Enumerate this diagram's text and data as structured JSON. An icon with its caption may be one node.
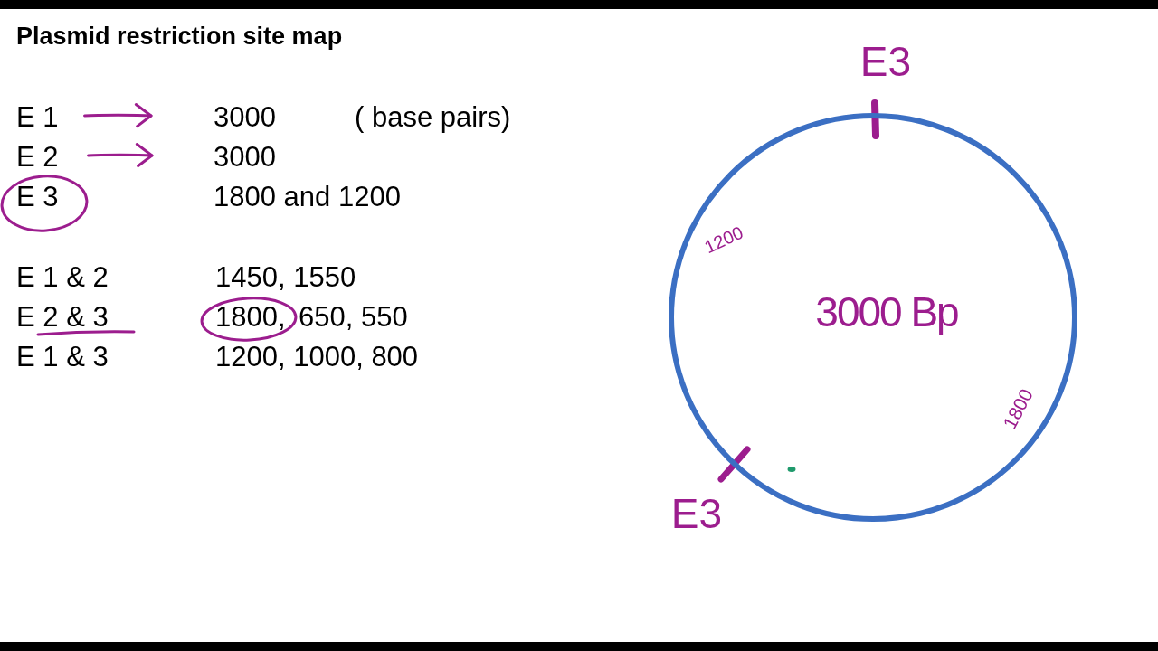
{
  "diagram": {
    "title": "Plasmid restriction site map",
    "nodes": [
      {
        "text": [
          "E 1"
        ]
      },
      {
        "text": [
          "3000"
        ]
      },
      {
        "text": [
          "E 2"
        ]
      },
      {
        "text": [
          "3000"
        ]
      },
      {
        "text": [
          "E 3"
        ]
      },
      {
        "text": [
          "1800,"
        ]
      },
      {
        "text": [
          "3000 Bp",
          "1200",
          "1800"
        ],
        "beside": [
          "E3",
          "E3"
        ]
      }
    ],
    "edges": [
      {
        "from": 0,
        "to": 1,
        "arrow": "to"
      },
      {
        "from": 2,
        "to": 3,
        "arrow": "to"
      }
    ],
    "labels": [
      "( base pairs)",
      "1800 and 1200",
      "E 1 & 2",
      "1450, 1550",
      "E 2 & 3",
      "650, 550",
      "E 1 & 3",
      "1200, 1000, 800"
    ]
  }
}
